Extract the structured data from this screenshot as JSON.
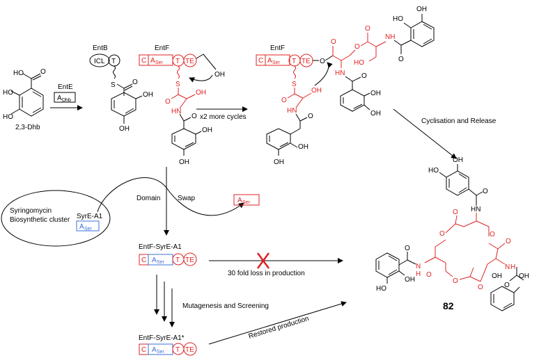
{
  "labels": {
    "entE": "EntE",
    "adhb_main": "A",
    "adhb_sub": "Dhb",
    "dhb": "2,3-Dhb",
    "entB": "EntB",
    "icl": "ICL",
    "t": "T",
    "entF1": "EntF",
    "entF2": "EntF",
    "c": "C",
    "a": "A",
    "ser": "Ser",
    "te": "TE",
    "x2": "x2 more cycles",
    "cyclisation": "Cyclisation and Release",
    "domain": "Domain",
    "swap": "Swap",
    "syringomycin": "Syringomycin",
    "biosynthetic": "Biosynthetic cluster",
    "syrEA1": "SyrE-A1",
    "entFSyr": "EntF-SyrE-A1",
    "entFSyrStar": "EntF-SyrE-A1*",
    "loss": "30 fold loss in production",
    "mutagenesis": "Mutagenesis and Screening",
    "restored": "Restored production",
    "compound": "82",
    "oh": "OH",
    "ho": "HO",
    "o": "O",
    "s": "S",
    "hn": "HN",
    "nh": "NH",
    "n": "N",
    "h": "H",
    "cross": "X"
  },
  "colors": {
    "entF": "#e02020",
    "syrE": "#3a6fd8",
    "text": "#000000"
  }
}
